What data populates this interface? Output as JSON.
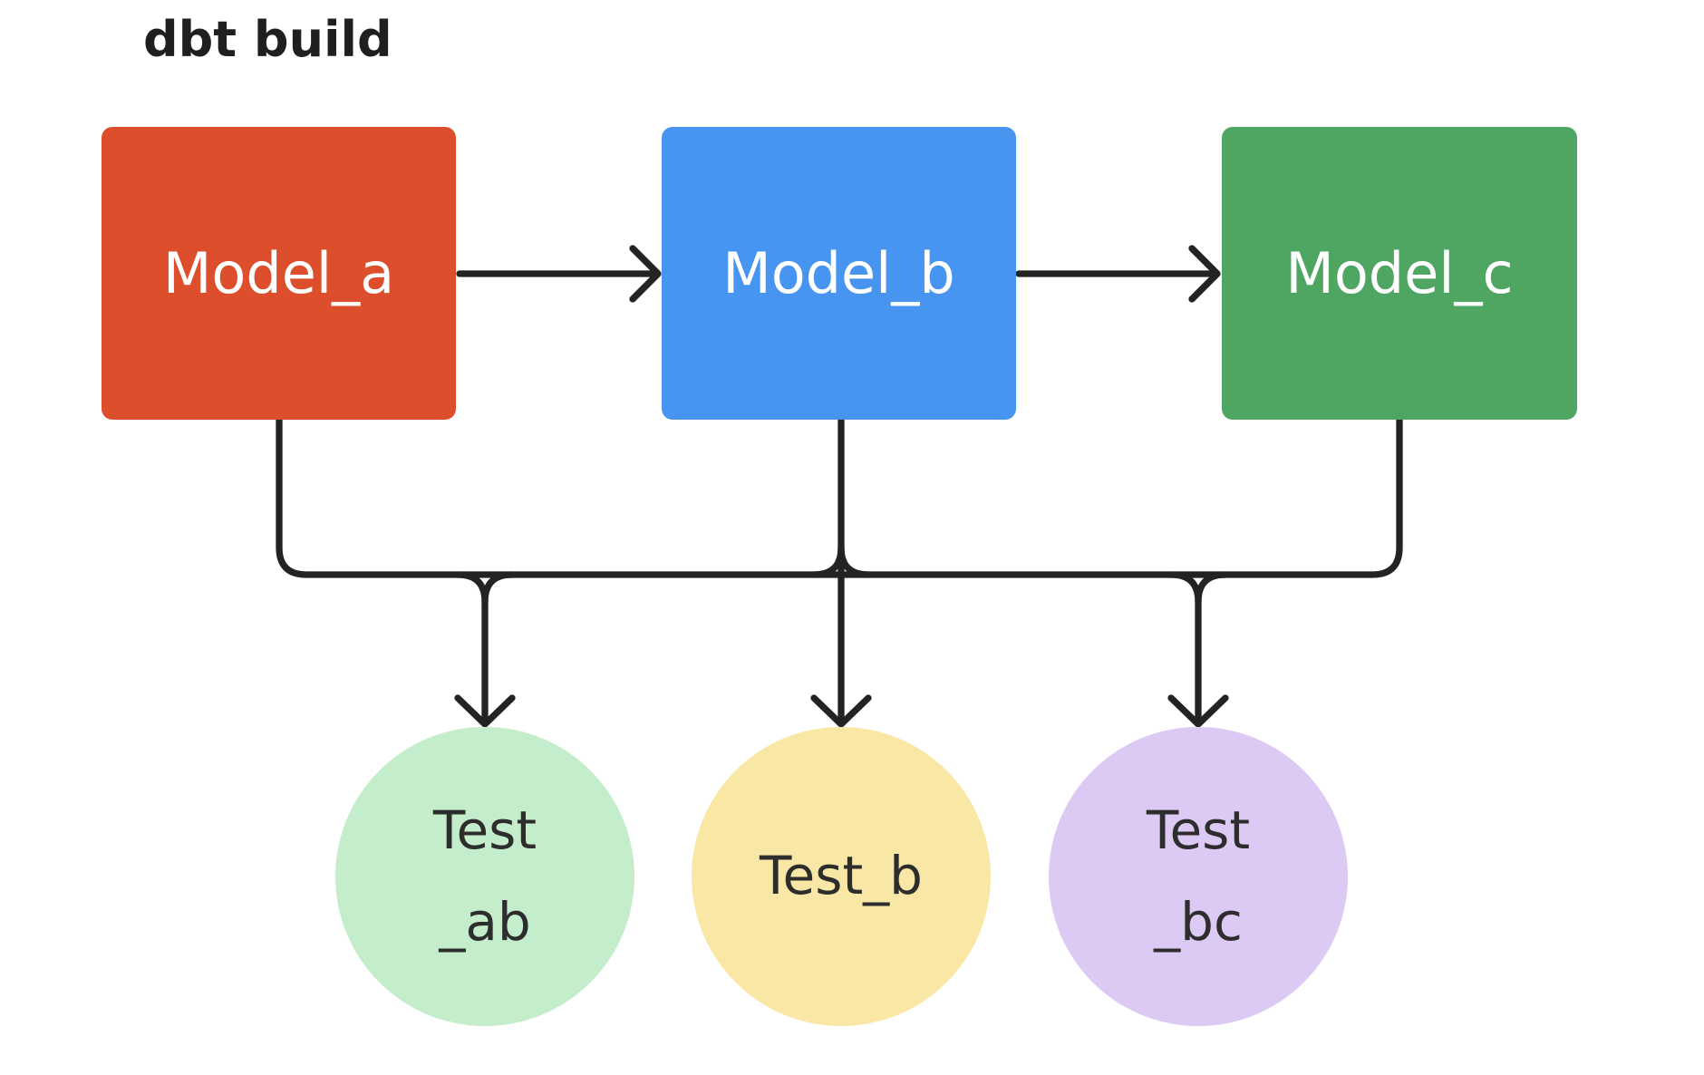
{
  "title": "dbt build",
  "colors": {
    "line": "#232323",
    "title_text": "#1f1f1f",
    "model_label_text": "#ffffff",
    "test_label_text": "#2d2d2d",
    "model_a_fill": "#DD4F2C",
    "model_b_fill": "#4795F0",
    "model_c_fill": "#4EA662",
    "test_ab_fill": "#C4EDCB",
    "test_b_fill": "#F8E7A5",
    "test_bc_fill": "#DDCAF4"
  },
  "nodes": {
    "model_a": {
      "label": "Model_a",
      "fill": "#DD4F2C"
    },
    "model_b": {
      "label": "Model_b",
      "fill": "#4795F0"
    },
    "model_c": {
      "label": "Model_c",
      "fill": "#4EA662"
    },
    "test_ab": {
      "line1": "Test",
      "line2": "_ab",
      "fill": "#C4EDCB"
    },
    "test_b": {
      "label": "Test_b",
      "fill": "#F8E7A5"
    },
    "test_bc": {
      "line1": "Test",
      "line2": "_bc",
      "fill": "#DDCAF4"
    }
  },
  "edges": [
    {
      "from": "Model_a",
      "to": "Model_b"
    },
    {
      "from": "Model_b",
      "to": "Model_c"
    },
    {
      "from": "Model_a",
      "to": "Test_ab"
    },
    {
      "from": "Model_b",
      "to": "Test_ab"
    },
    {
      "from": "Model_b",
      "to": "Test_b"
    },
    {
      "from": "Model_b",
      "to": "Test_bc"
    },
    {
      "from": "Model_c",
      "to": "Test_bc"
    }
  ]
}
